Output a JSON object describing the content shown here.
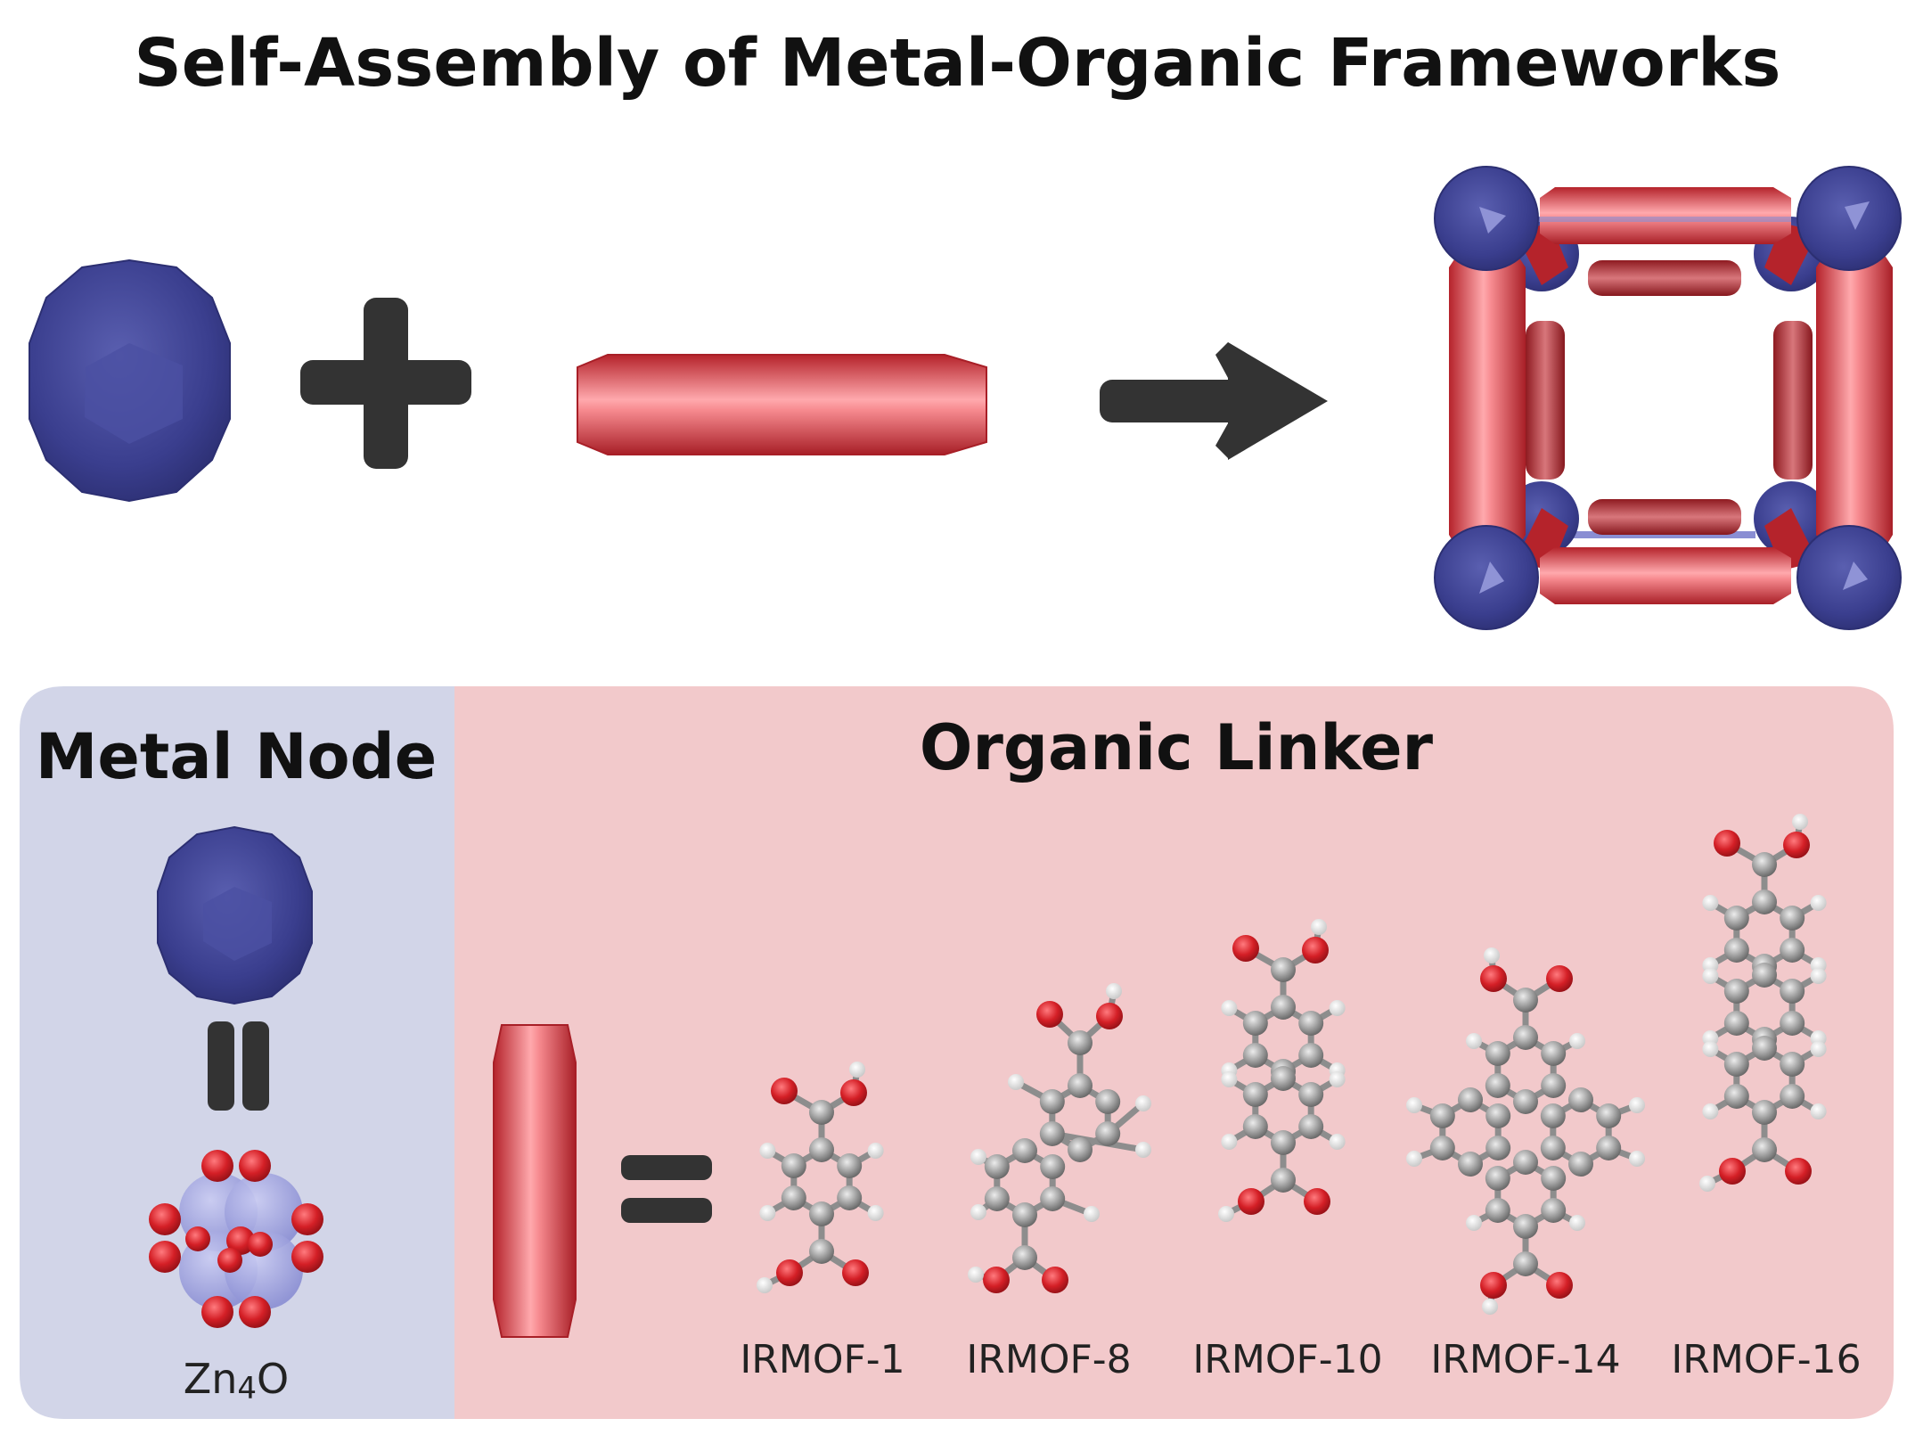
{
  "title": "Self-Assembly of Metal-Organic Frameworks",
  "metal_panel": {
    "heading": "Metal Node",
    "formula_main": "Zn",
    "formula_sub": "4",
    "formula_tail": "O"
  },
  "linker_panel": {
    "heading": "Organic Linker",
    "linkers": [
      "IRMOF-1",
      "IRMOF-8",
      "IRMOF-10",
      "IRMOF-14",
      "IRMOF-16"
    ]
  },
  "colors": {
    "node_blue": "#3b3f8f",
    "linker_red": "#cc2f38",
    "symbol_dark": "#333333",
    "metal_panel_bg": "#d2d5e8",
    "linker_panel_bg": "#f2c9cb",
    "carbon_gray": "#9a9a9a",
    "oxygen_red": "#d41f26",
    "hydrogen_white": "#f4f4f4"
  }
}
